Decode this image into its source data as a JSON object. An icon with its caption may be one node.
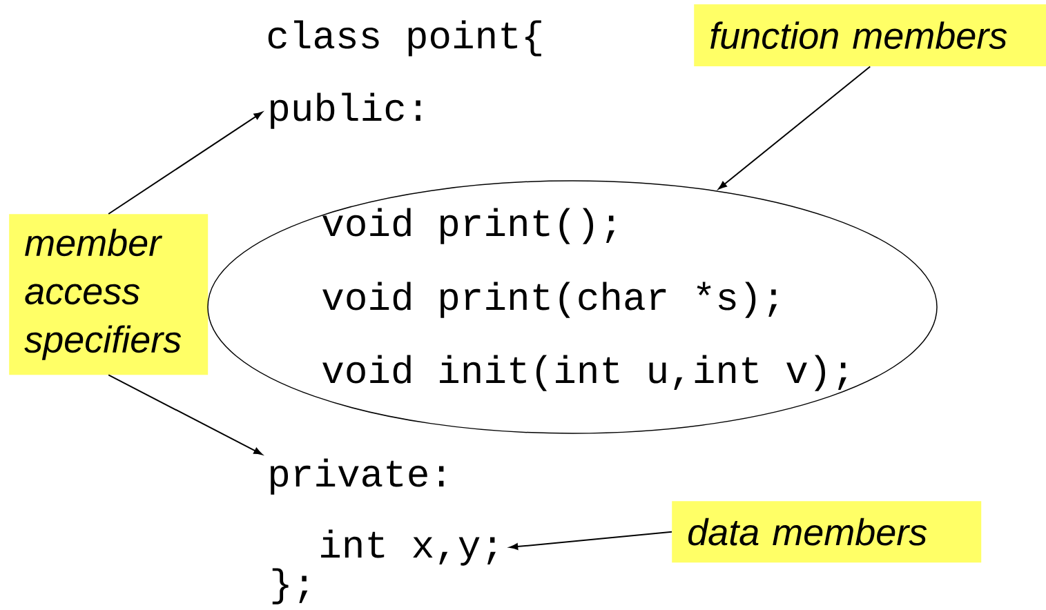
{
  "diagram": {
    "nodes": [
      {
        "text": [
          "function members"
        ]
      },
      {
        "text": [
          "member access specifiers"
        ]
      },
      {
        "text": [
          "data members"
        ]
      },
      {
        "text": [
          "public:"
        ]
      },
      {
        "text": [
          "void print();",
          "void print(char *s);",
          "void init(int u,int v);"
        ]
      },
      {
        "text": [
          "private:"
        ]
      },
      {
        "text": [
          "int x,y;"
        ]
      }
    ],
    "edges": [
      {
        "from": 0,
        "to": 4,
        "arrow": "to"
      },
      {
        "from": 1,
        "to": 3,
        "arrow": "to"
      },
      {
        "from": 1,
        "to": 5,
        "arrow": "to"
      },
      {
        "from": 2,
        "to": 6,
        "arrow": "to"
      }
    ],
    "labels": [
      "class point{",
      "};"
    ]
  }
}
